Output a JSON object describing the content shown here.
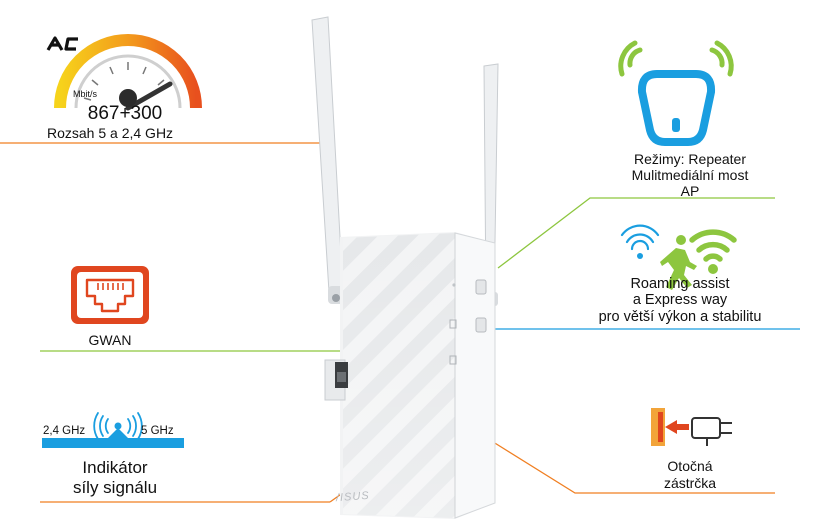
{
  "speed": {
    "badge": "AC",
    "unit": "Mbit/s",
    "value": "867+300",
    "range": "Rozsah 5 a 2,4 GHz"
  },
  "modes": {
    "line1": "Režimy: Repeater",
    "line2": "Mulitmediální most",
    "line3": "AP"
  },
  "roaming": {
    "line1": "Roaming assist",
    "line2": "a Express way",
    "line3": "pro větší výkon a stabilitu"
  },
  "gwan": {
    "label": "GWAN"
  },
  "signal": {
    "band_left": "2,4 GHz",
    "band_right": "5 GHz",
    "line1": "Indikátor",
    "line2": "síly signálu"
  },
  "plug": {
    "line1": "Otočná",
    "line2": "zástrčka"
  },
  "device": {
    "brand": "/ISUS"
  },
  "colors": {
    "orange": "#f07f22",
    "blue": "#1a9ee0",
    "green": "#8dc63f",
    "red_orange": "#e0461f"
  }
}
